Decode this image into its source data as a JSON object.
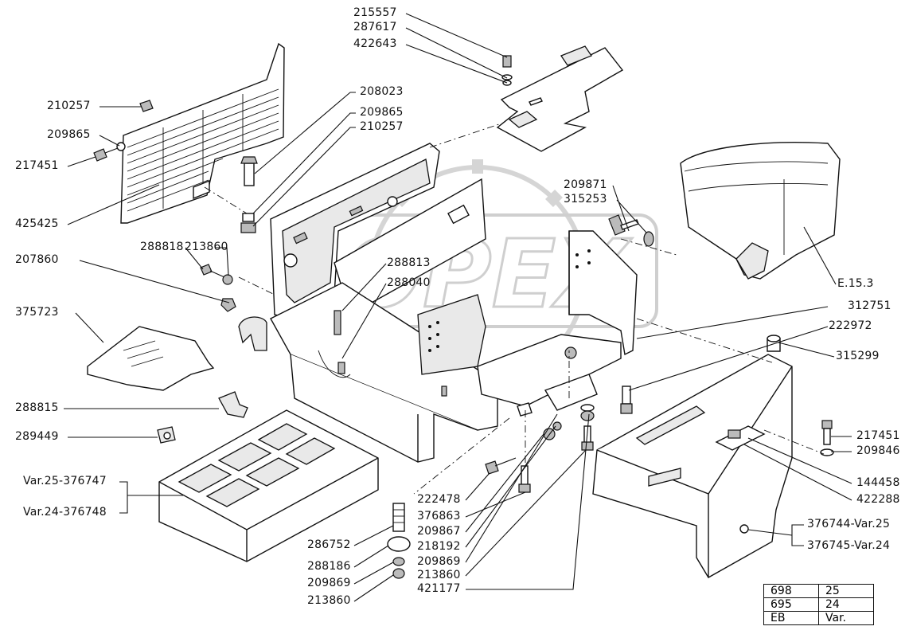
{
  "labels": {
    "l215557": "215557",
    "l287617": "287617",
    "l422643": "422643",
    "l210257a": "210257",
    "l209865a": "209865",
    "l217451a": "217451",
    "l425425": "425425",
    "l208023": "208023",
    "l209865b": "209865",
    "l210257b": "210257",
    "l209871": "209871",
    "l315253": "315253",
    "l288818": "288818",
    "l213860a": "213860",
    "l207860": "207860",
    "l288813": "288813",
    "l288040": "288040",
    "l375723": "375723",
    "lE153": "E.15.3",
    "l312751": "312751",
    "l222972": "222972",
    "l315299": "315299",
    "l288815": "288815",
    "l289449": "289449",
    "lvar25a": "Var.25-376747",
    "lvar24a": "Var.24-376748",
    "l217451b": "217451",
    "l209846": "209846",
    "l144458": "144458",
    "l422288": "422288",
    "l222478": "222478",
    "l376863": "376863",
    "l209867": "209867",
    "l218192": "218192",
    "l209869a": "209869",
    "l213860b": "213860",
    "l421177": "421177",
    "l286752": "286752",
    "l288186": "288186",
    "l209869b": "209869",
    "l213860c": "213860",
    "l376744": "376744-Var.25",
    "l376745": "376745-Var.24"
  },
  "watermark": "OPEX",
  "table": {
    "rows": [
      [
        "698",
        "25"
      ],
      [
        "695",
        "24"
      ],
      [
        "EB",
        "Var."
      ]
    ]
  }
}
